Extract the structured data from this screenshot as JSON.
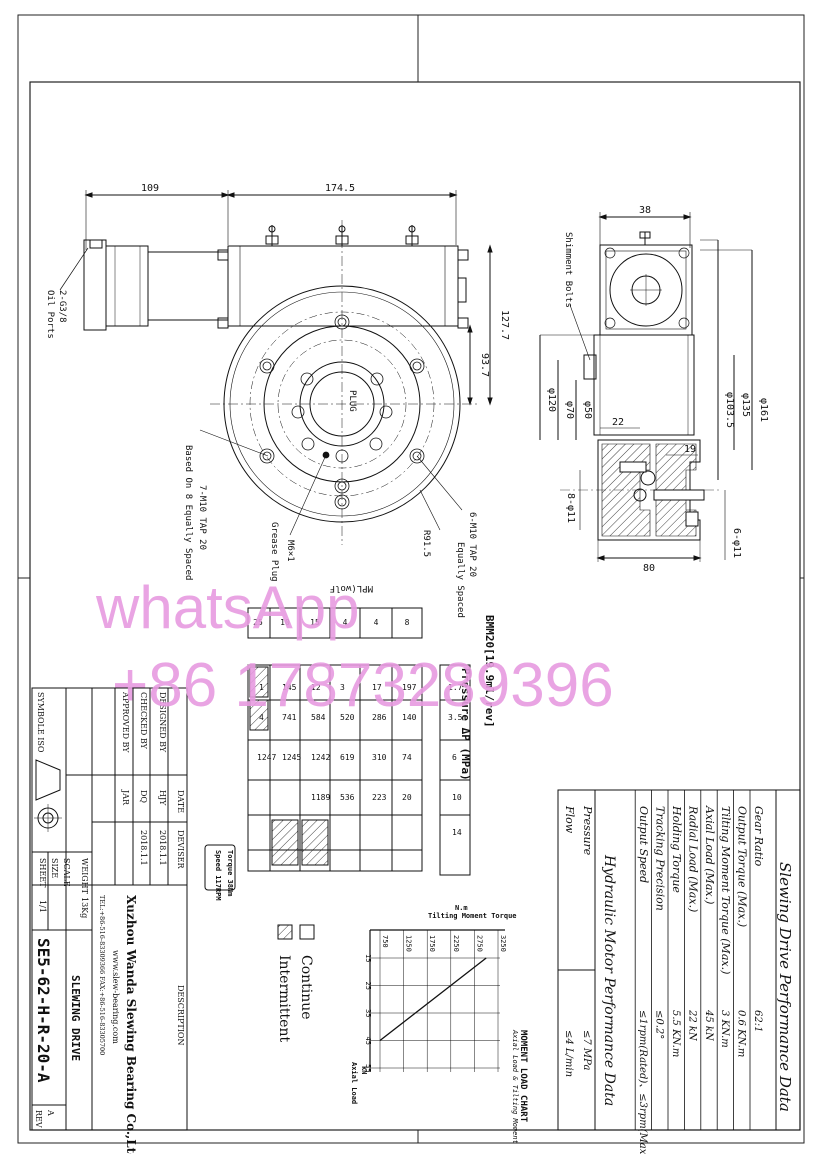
{
  "dims": {
    "d109": "109",
    "d174": "174.5",
    "d38": "38",
    "d127": "127.7",
    "d93": "93.7",
    "d70": "φ70",
    "d120": "φ120",
    "d50": "φ50",
    "d22": "22",
    "d103": "φ103.5",
    "d135": "φ135",
    "d161": "φ161",
    "d19": "19",
    "d8_11": "8-φ11",
    "d6_11": "6-φ11",
    "d80": "80"
  },
  "callouts": {
    "oil_ports_a": "2-G3/8",
    "oil_ports_b": "Oil Ports",
    "shimment": "Shimment Bolts",
    "plug": "PLUG",
    "m10_7_a": "7-M10 TAP 20",
    "m10_7_b": "Based On 8 Equally Spaced",
    "m6_a": "M6×1",
    "m6_b": "Grease Plug",
    "m10_6_a": "6-M10 TAP 20",
    "m10_6_b": "Equally Spaced",
    "r91": "R91.5",
    "mpl": "MPL(wolF"
  },
  "perf": {
    "title": "Slewing Drive Performance Data",
    "rows": [
      {
        "k": "Gear Ratio",
        "v": "62:1"
      },
      {
        "k": "Output Torque (Max.)",
        "v": "0.6 KN.m"
      },
      {
        "k": "Tilting Moment Torque (Max.)",
        "v": "3 KN.m"
      },
      {
        "k": "Axial Load (Max.)",
        "v": "45 kN"
      },
      {
        "k": "Radial Load (Max.)",
        "v": "22 kN"
      },
      {
        "k": "Holding Torque",
        "v": "5.5 KN.m"
      },
      {
        "k": "Tracking Precision",
        "v": "≤0.2°"
      },
      {
        "k": "Output Speed",
        "v": "≤1rpm(Rated)、≤3rpm(Max.)"
      }
    ],
    "hyd_title": "Hydraulic Motor Performance Data",
    "hyd_rows": [
      {
        "k": "Pressure",
        "v": "≤7 MPa"
      },
      {
        "k": "Flow",
        "v": "≤4 L/min"
      }
    ]
  },
  "chart": {
    "title": "MOMENT LOAD CHART",
    "subtitle": "Axial Load & Tilting Moment",
    "y_axis_label": "Tilting Moment Torque",
    "y_unit": "N.m",
    "x_axis_label": "Axial Load",
    "x_unit": "kN"
  },
  "chart_data": {
    "type": "line",
    "title": "MOMENT LOAD CHART",
    "subtitle": "Axial Load & Tilting Moment",
    "xlabel": "Axial Load",
    "ylabel": "Tilting Moment Torque",
    "x_ticks": [
      "15",
      "25",
      "35",
      "45",
      "55"
    ],
    "y_ticks": [
      "750",
      "1250",
      "1750",
      "2250",
      "2750",
      "3250"
    ],
    "xlim": [
      15,
      55
    ],
    "ylim": [
      750,
      3250
    ],
    "series": [
      {
        "x": [
          15,
          45
        ],
        "y": [
          3000,
          750
        ]
      }
    ]
  },
  "legend": {
    "continue": "Continue",
    "intermittent": "Intermittent"
  },
  "bmm": {
    "title": "BMM20[19.9ml/rev]",
    "pressure_label": "Pressure ΔP (MPa)",
    "torque_note_a": "Torque 38Nm",
    "torque_note_b": "Speed 117RPM"
  },
  "title_block": {
    "symbol": "SYMBOLE ISO",
    "rev": "REV",
    "designed_by": "DESIGNED BY",
    "checked_by": "CHECKED BY",
    "approved_by": "APPROVED BY",
    "designed_name": "HJY",
    "checked_name": "DQ",
    "approved_name": "JAR",
    "date_head": "DATE",
    "devise_head": "DEVISER",
    "date1": "2018.1.1",
    "date2": "2018.1.1",
    "description": "DESCRIPTION",
    "weight": "WEIGHT",
    "weight_val": "13Kg",
    "scale": "SCALE",
    "size": "SIZE",
    "sheet": "SHEET",
    "sheet_val": "1/1",
    "company": "Xuzhou Wanda Slewing Bearing Co.,Ltd.",
    "web": "www.slew-bearing.com",
    "tel": "TEL:+86-516-83309366   FAX:+86-516-83305700",
    "product": "SLEWING DRIVE",
    "model": "SE5-62-H-R-20-A",
    "rev_val": "A"
  },
  "watermark": {
    "line1": "whatsApp",
    "line2": "+86 17873289396"
  },
  "colors": {
    "watermark": "#e79be0",
    "ink": "#111111"
  }
}
